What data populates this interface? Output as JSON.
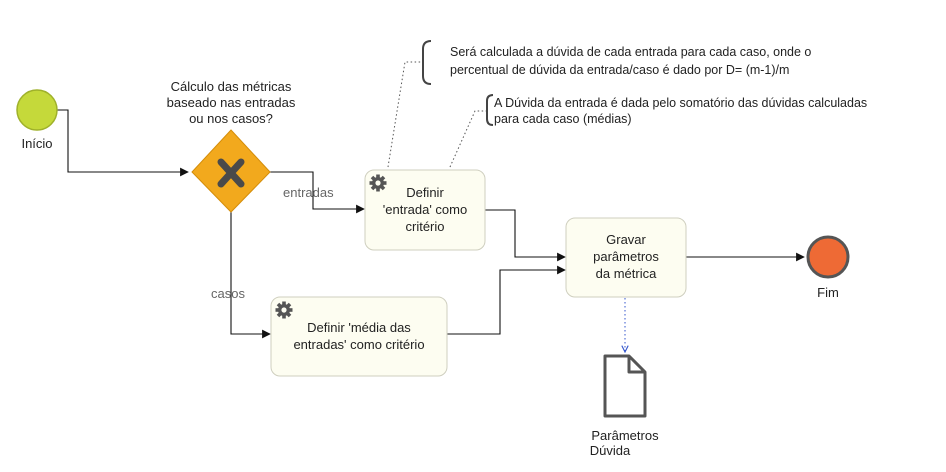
{
  "start_event": {
    "label": "Início",
    "color": "#c5d93a"
  },
  "end_event": {
    "label": "Fim",
    "color": "#ee6a35"
  },
  "gateway": {
    "question": [
      "Cálculo das métricas",
      "baseado nas entradas",
      "ou nos casos?"
    ],
    "color": "#f2a91d",
    "icon": "x-icon"
  },
  "flows": {
    "entradas": "entradas",
    "casos": "casos"
  },
  "tasks": {
    "define_input": {
      "lines": [
        "Definir",
        "'entrada' como",
        "critério"
      ],
      "icon": "gear-icon"
    },
    "define_average": {
      "lines": [
        "Definir 'média das",
        "entradas' como critério"
      ],
      "icon": "gear-icon"
    },
    "save_params": {
      "lines": [
        "Gravar",
        "parâmetros",
        "da métrica"
      ]
    }
  },
  "annotations": {
    "note_case": [
      "Será calculada a dúvida de cada entrada para cada caso, onde o",
      "percentual de dúvida da entrada/caso é dado por D= (m-1)/m"
    ],
    "note_input": [
      "A Dúvida da entrada é dada pelo somatório das dúvidas calculadas",
      "para cada caso (médias)"
    ]
  },
  "data_object": {
    "lines": [
      "Parâmetros",
      "Dúvida"
    ],
    "icon": "document-icon"
  }
}
